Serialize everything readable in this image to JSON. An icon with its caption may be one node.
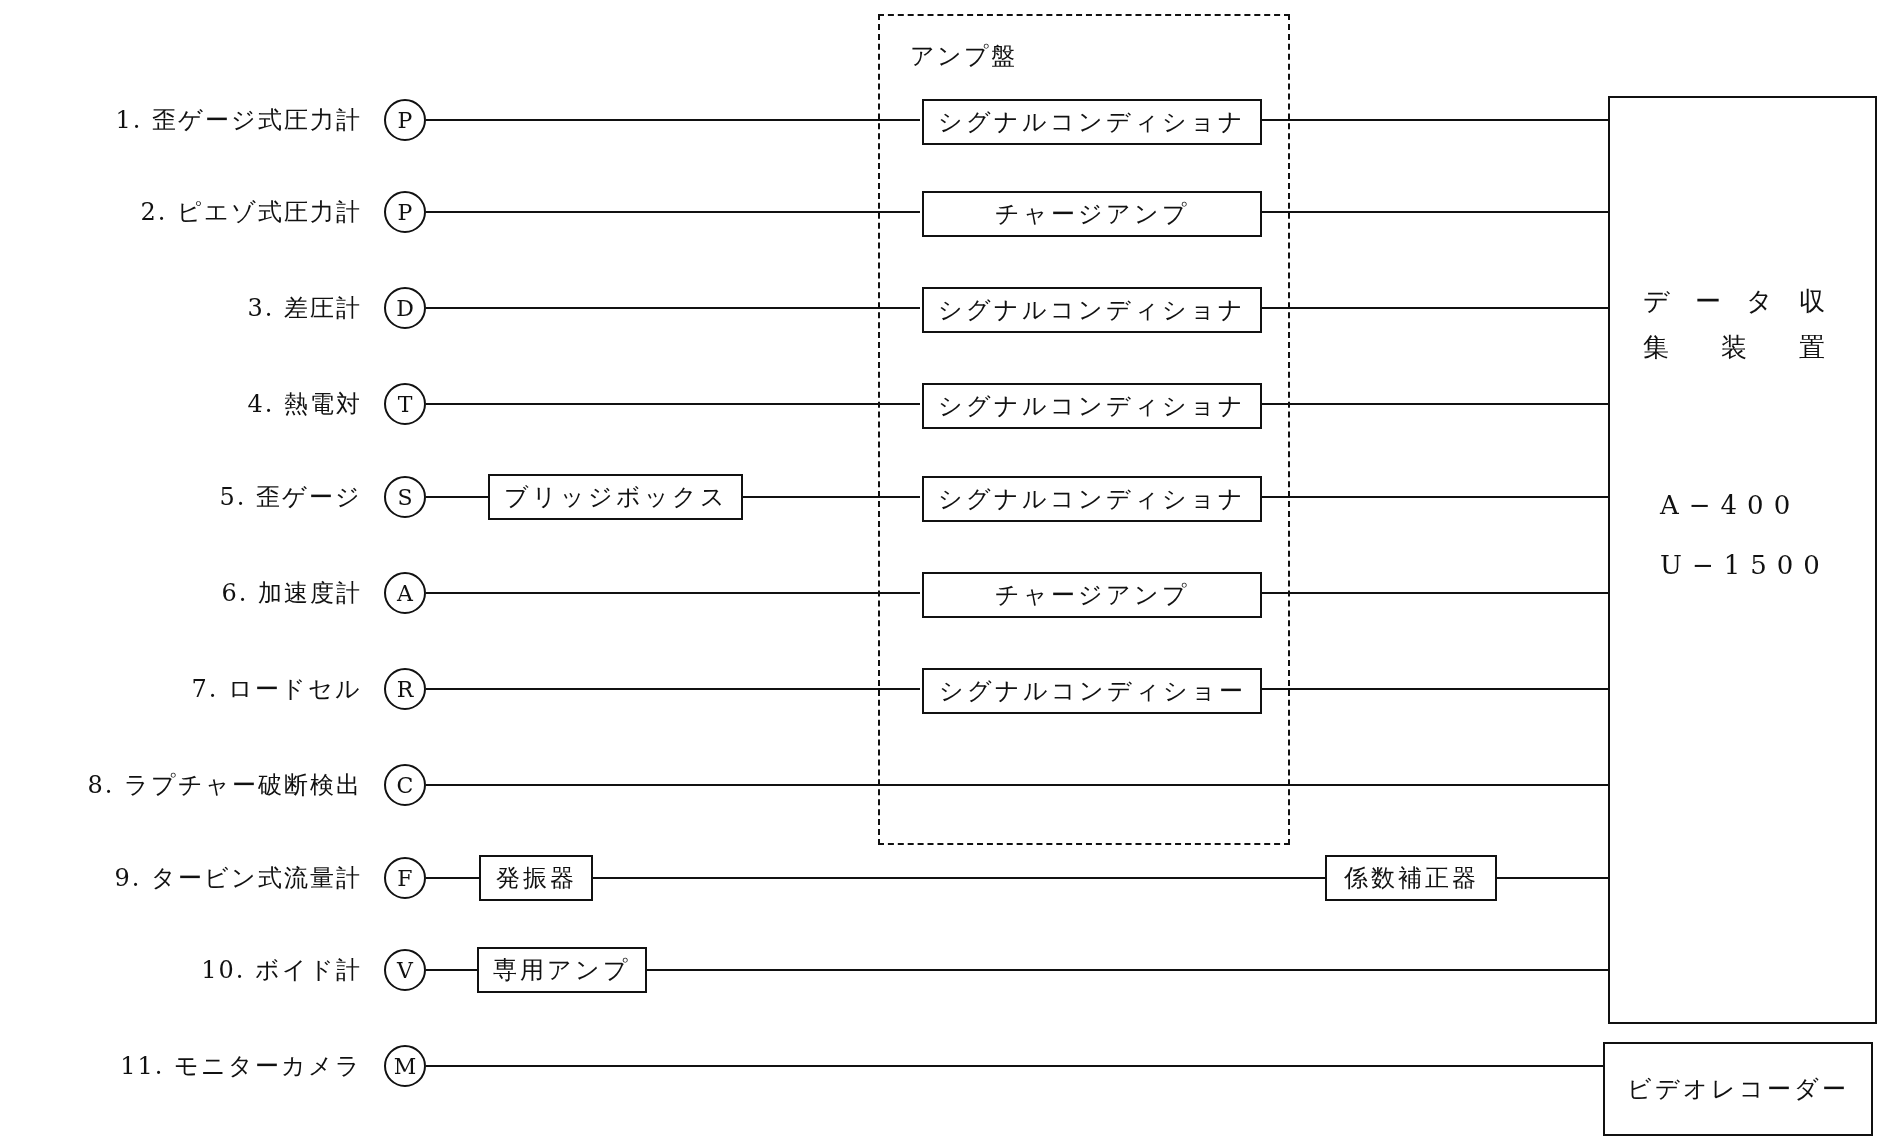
{
  "diagram": {
    "nodes": [
      {
        "text": [
          "P"
        ],
        "beside": [
          "1. 歪ゲージ式圧力計"
        ]
      },
      {
        "text": [
          "P"
        ],
        "beside": [
          "2. ピエゾ式圧力計"
        ]
      },
      {
        "text": [
          "D"
        ],
        "beside": [
          "3. 差圧計"
        ]
      },
      {
        "text": [
          "T"
        ],
        "beside": [
          "4. 熱電対"
        ]
      },
      {
        "text": [
          "S"
        ],
        "beside": [
          "5. 歪ゲージ"
        ]
      },
      {
        "text": [
          "A"
        ],
        "beside": [
          "6. 加速度計"
        ]
      },
      {
        "text": [
          "R"
        ],
        "beside": [
          "7. ロードセル"
        ]
      },
      {
        "text": [
          "C"
        ],
        "beside": [
          "8. ラプチャー破断検出"
        ]
      },
      {
        "text": [
          "F"
        ],
        "beside": [
          "9. タービン式流量計"
        ]
      },
      {
        "text": [
          "V"
        ],
        "beside": [
          "10. ボイド計"
        ]
      },
      {
        "text": [
          "M"
        ],
        "beside": [
          "11. モニターカメラ"
        ]
      },
      {
        "text": [
          "ブリッジボックス"
        ]
      },
      {
        "text": [
          "発振器"
        ]
      },
      {
        "text": [
          "専用アンプ"
        ]
      },
      {
        "text": [
          "アンプ盤"
        ]
      },
      {
        "text": [
          "シグナルコンディショナ"
        ],
        "in": 14
      },
      {
        "text": [
          "チャージアンプ"
        ],
        "in": 14
      },
      {
        "text": [
          "シグナルコンディショナ"
        ],
        "in": 14
      },
      {
        "text": [
          "シグナルコンディショナ"
        ],
        "in": 14
      },
      {
        "text": [
          "シグナルコンディショナ"
        ],
        "in": 14
      },
      {
        "text": [
          "チャージアンプ"
        ],
        "in": 14
      },
      {
        "text": [
          "シグナルコンディショー"
        ],
        "in": 14
      },
      {
        "text": [
          "係数補正器"
        ]
      },
      {
        "text": [
          "データ収集装置",
          "A−400",
          "U−1500"
        ]
      },
      {
        "text": [
          "ビデオレコーダー"
        ]
      }
    ],
    "edges": [
      {
        "from": 0,
        "to": 15,
        "arrow": "none"
      },
      {
        "from": 1,
        "to": 16,
        "arrow": "none"
      },
      {
        "from": 2,
        "to": 17,
        "arrow": "none"
      },
      {
        "from": 3,
        "to": 18,
        "arrow": "none"
      },
      {
        "from": 4,
        "to": 11,
        "arrow": "none"
      },
      {
        "from": 11,
        "to": 19,
        "arrow": "none"
      },
      {
        "from": 5,
        "to": 20,
        "arrow": "none"
      },
      {
        "from": 6,
        "to": 21,
        "arrow": "none"
      },
      {
        "from": 7,
        "to": 23,
        "arrow": "none"
      },
      {
        "from": 8,
        "to": 12,
        "arrow": "none"
      },
      {
        "from": 12,
        "to": 22,
        "arrow": "none"
      },
      {
        "from": 22,
        "to": 23,
        "arrow": "none"
      },
      {
        "from": 9,
        "to": 13,
        "arrow": "none"
      },
      {
        "from": 13,
        "to": 23,
        "arrow": "none"
      },
      {
        "from": 10,
        "to": 24,
        "arrow": "none"
      },
      {
        "from": 15,
        "to": 23,
        "arrow": "none"
      },
      {
        "from": 16,
        "to": 23,
        "arrow": "none"
      },
      {
        "from": 17,
        "to": 23,
        "arrow": "none"
      },
      {
        "from": 18,
        "to": 23,
        "arrow": "none"
      },
      {
        "from": 19,
        "to": 23,
        "arrow": "none"
      },
      {
        "from": 20,
        "to": 23,
        "arrow": "none"
      },
      {
        "from": 21,
        "to": 23,
        "arrow": "none"
      }
    ]
  }
}
